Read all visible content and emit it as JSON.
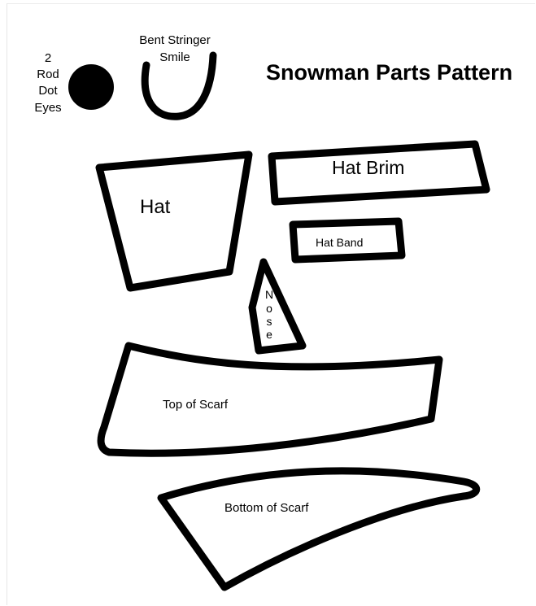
{
  "title": "Snowman Parts Pattern",
  "colors": {
    "outline": "#000000",
    "background": "#ffffff"
  },
  "parts": {
    "eyes": {
      "line1": "2",
      "line2": "Rod",
      "line3": "Dot",
      "line4": "Eyes"
    },
    "smile": {
      "line1": "Bent Stringer",
      "line2": "Smile"
    },
    "hat": {
      "label": "Hat"
    },
    "hat_brim": {
      "label": "Hat Brim"
    },
    "hat_band": {
      "label": "Hat Band"
    },
    "nose": {
      "letters": [
        "N",
        "o",
        "s",
        "e"
      ]
    },
    "scarf_top": {
      "label": "Top of Scarf"
    },
    "scarf_bottom": {
      "label": "Bottom of Scarf"
    }
  }
}
